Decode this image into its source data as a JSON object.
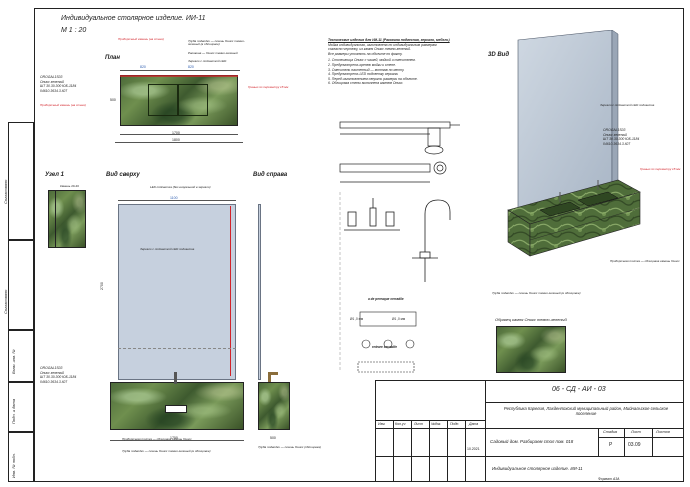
{
  "sheet": {
    "title": "Индивидуальное столярное изделие. ИИ-11",
    "scale": "М 1 : 20"
  },
  "views": {
    "plan": "План",
    "node": "Узел 1",
    "top": "Вид сверху",
    "right": "Вид справа",
    "view3d": "3D Вид",
    "sample": "Образец камня Оникс темно-зеленый"
  },
  "material_tag": {
    "code": "OROGAL1S03",
    "name": "Оникс зеленый",
    "line3": "ШТ 30.30.300 ЮБ-1184",
    "line4": "04610.3634.3-ЮТ"
  },
  "callouts": {
    "plan_top_left": "Прибирочный камень (на стене)",
    "plan_top_mid": "Труба подводки — сечень Оникс темно-зеленый (в облицовке)",
    "plan_drain": "Раковина — Оникс темно-зеленый",
    "plan_lighting": "Зеркало с подсветкой LED",
    "plan_right_red": "Гранью по периметру 18 мм",
    "top_label_led": "LED подсветка (без визуальной в зеркало)",
    "top_mirror": "Зеркало с подсветкой LED подсветка",
    "bottom_left_1": "Прибирочная плитка — облицовка камень Оникс",
    "bottom_left_2": "Труба подводки — сечень Оникс темно-зеленый (в облицовке)",
    "right_bottom_1": "Труба подводки — сечень Оникс (облицовка)",
    "view3d_mirror": "Зеркало с подсветкой LED подсветка",
    "view3d_red": "Гранью по периметру 18 мм",
    "view3d_bottom_1": "Прибирочная плитка — облицовка камень Оникс",
    "view3d_bottom_2": "Труба подводки — сечень Оникс темно-зеленый (в облицовке)"
  },
  "dimensions": {
    "plan_overall": "1800",
    "plan_inner": "1700",
    "plan_depth": "500",
    "plan_seg_1": "820",
    "plan_seg_2": "820",
    "top_width": "1100",
    "top_width_2": "1700",
    "top_height": "2700",
    "right_depth": "500",
    "node_value": "Камень 20-40"
  },
  "notes": {
    "heading": "Технические изделия для ИИ-11 (Раковина подвесная, зеркало, мебель)",
    "lines": [
      "Мойка индивидуальная, изготовлена по индивидуальным размерам",
      "согласно чертежу, из камня Оникс темно-зеленый.",
      "Все размеры уточнять на объекте по факту.",
      "1. Столешница Оникс с чашей, мойкой и смесителем.",
      "2. Предусмотреть крепеж мойки к стене.",
      "3. Смеситель настенный — монтаж по месту.",
      "4. Предусмотреть LED подсветку зеркала.",
      "5. Перед изготовлением сверить размеры на объекте.",
      "6. Облицовка стены выполнена камнем Оникс."
    ]
  },
  "fixtures": {
    "faucet_label_1": "a de pereaque cerradile",
    "faucet_label_2": "entrare cerradile",
    "dims_a": "Ø1 ,0 мм",
    "dims_b": "Ø1 ,0 мм"
  },
  "side_strip": {
    "cells": [
      "Согласовано",
      "Согласовано",
      "Взам. инв. №",
      "Подп. и дата",
      "Инв. № подл."
    ]
  },
  "title_block": {
    "doc_code": "06 - СД - АИ - 03",
    "location": "Республика Карелия, Лахденпохский муниципальный район, Мийнальское сельское поселение",
    "object": "Садовый дом. Разбираем стол пом. 018",
    "drawing": "Индивидуальное столярное изделие. ИИ-11",
    "stage_header": "Стадия",
    "sheet_header": "Лист",
    "sheets_header": "Листов",
    "stage": "Р",
    "sheet": "03.09",
    "sheets": "",
    "date": "10.2021",
    "cols": [
      "Изм.",
      "Кол.уч",
      "Лист",
      "№док.",
      "Подп.",
      "Дата"
    ],
    "format": "Формат А3А"
  }
}
